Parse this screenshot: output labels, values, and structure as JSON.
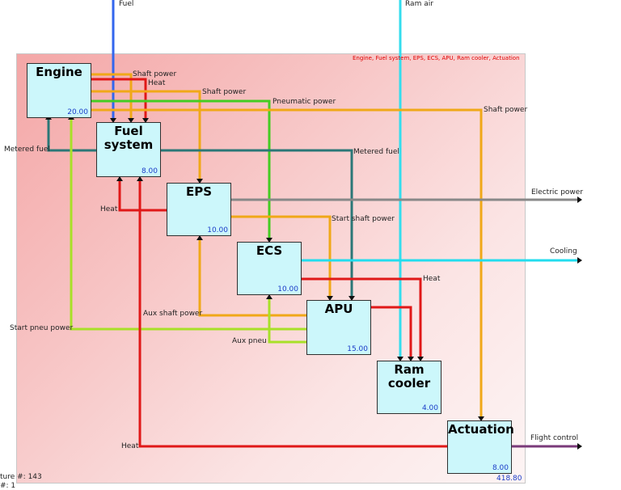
{
  "title_annotation": "Engine, Fuel system, EPS, ECS, APU, Ram cooler, Actuation",
  "footer": {
    "line1": "ture #: 143",
    "line2": "#: 1"
  },
  "total_value": "418.80",
  "colors": {
    "fuel": "#3366ee",
    "ram_air": "#33ddee",
    "shaft_power": "#f0a818",
    "heat": "#e01818",
    "pneumatic": "#44cc22",
    "metered_fuel": "#2b7777",
    "electric": "#888888",
    "cooling": "#22ddee",
    "start_pneu": "#a8e028",
    "flight_control": "#7a3a7a",
    "box_fill": "#ccf7fb",
    "value_text": "#1a3cc8"
  },
  "blocks": [
    {
      "id": "engine",
      "name": "Engine",
      "value": "20.00"
    },
    {
      "id": "fuel_system",
      "name": "Fuel\nsystem",
      "value": "8.00"
    },
    {
      "id": "eps",
      "name": "EPS",
      "value": "10.00"
    },
    {
      "id": "ecs",
      "name": "ECS",
      "value": "10.00"
    },
    {
      "id": "apu",
      "name": "APU",
      "value": "15.00"
    },
    {
      "id": "ram_cooler",
      "name": "Ram\ncooler",
      "value": "4.00"
    },
    {
      "id": "actuation",
      "name": "Actuation",
      "value": "8.00"
    }
  ],
  "labels": {
    "fuel": "Fuel",
    "ram_air": "Ram air",
    "shaft_power_1": "Shaft power",
    "heat_1": "Heat",
    "shaft_power_2": "Shaft power",
    "pneumatic_power": "Pneumatic power",
    "shaft_power_3": "Shaft power",
    "metered_fuel_left": "Metered fuel",
    "metered_fuel_right": "Metered fuel",
    "electric_power": "Electric power",
    "heat_eps": "Heat",
    "start_shaft_power": "Start shaft power",
    "cooling": "Cooling",
    "heat_apu": "Heat",
    "aux_shaft_power": "Aux shaft power",
    "start_pneu_power": "Start pneu power",
    "aux_pneu": "Aux pneu",
    "heat_actuation": "Heat",
    "flight_control": "Flight control"
  }
}
